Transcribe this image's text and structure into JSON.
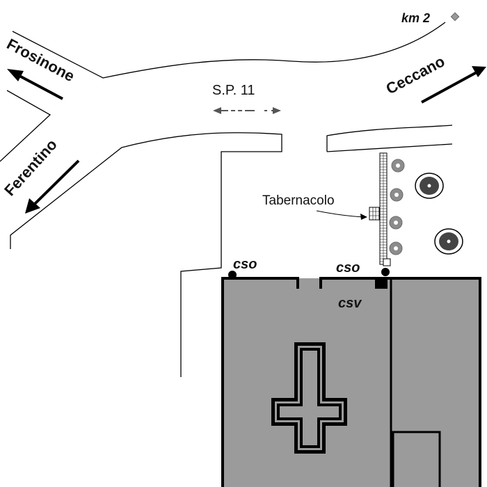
{
  "map": {
    "road_name": "S.P. 11",
    "km_marker": "km 2",
    "directions": {
      "frosinone": "Frosinone",
      "ferentino": "Ferentino",
      "ceccano": "Ceccano"
    },
    "landmark": "Tabernacolo",
    "markers": {
      "cso_left": "cso",
      "cso_right": "cso",
      "csv": "csv"
    },
    "colors": {
      "building_fill": "#9b9b9b",
      "outline": "#000000",
      "arrow_gray": "#555555",
      "tree_gray": "#8c8c8c",
      "marker_gray": "#999999"
    }
  }
}
